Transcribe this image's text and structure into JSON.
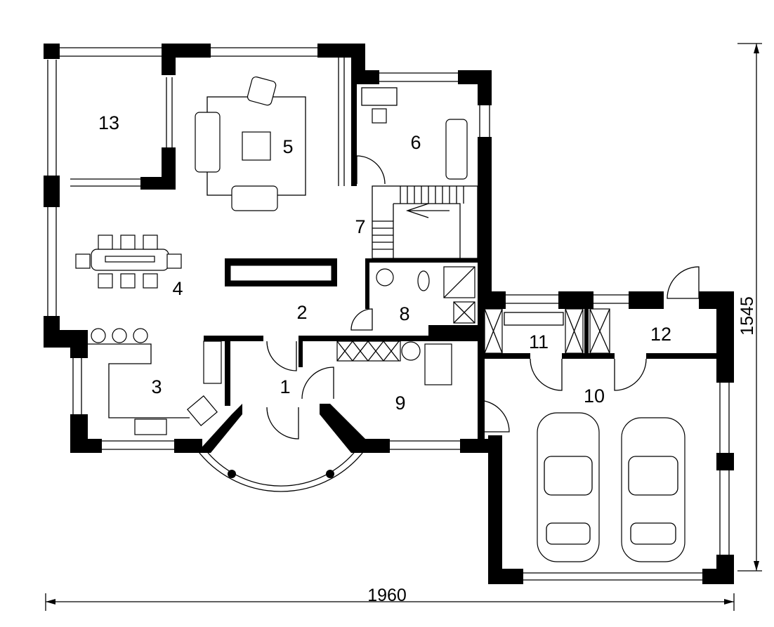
{
  "plan": {
    "rooms": {
      "r1": "1",
      "r2": "2",
      "r3": "3",
      "r4": "4",
      "r5": "5",
      "r6": "6",
      "r7": "7",
      "r8": "8",
      "r9": "9",
      "r10": "10",
      "r11": "11",
      "r12": "12",
      "r13": "13"
    },
    "dimensions": {
      "width": "1960",
      "height": "1545"
    }
  }
}
